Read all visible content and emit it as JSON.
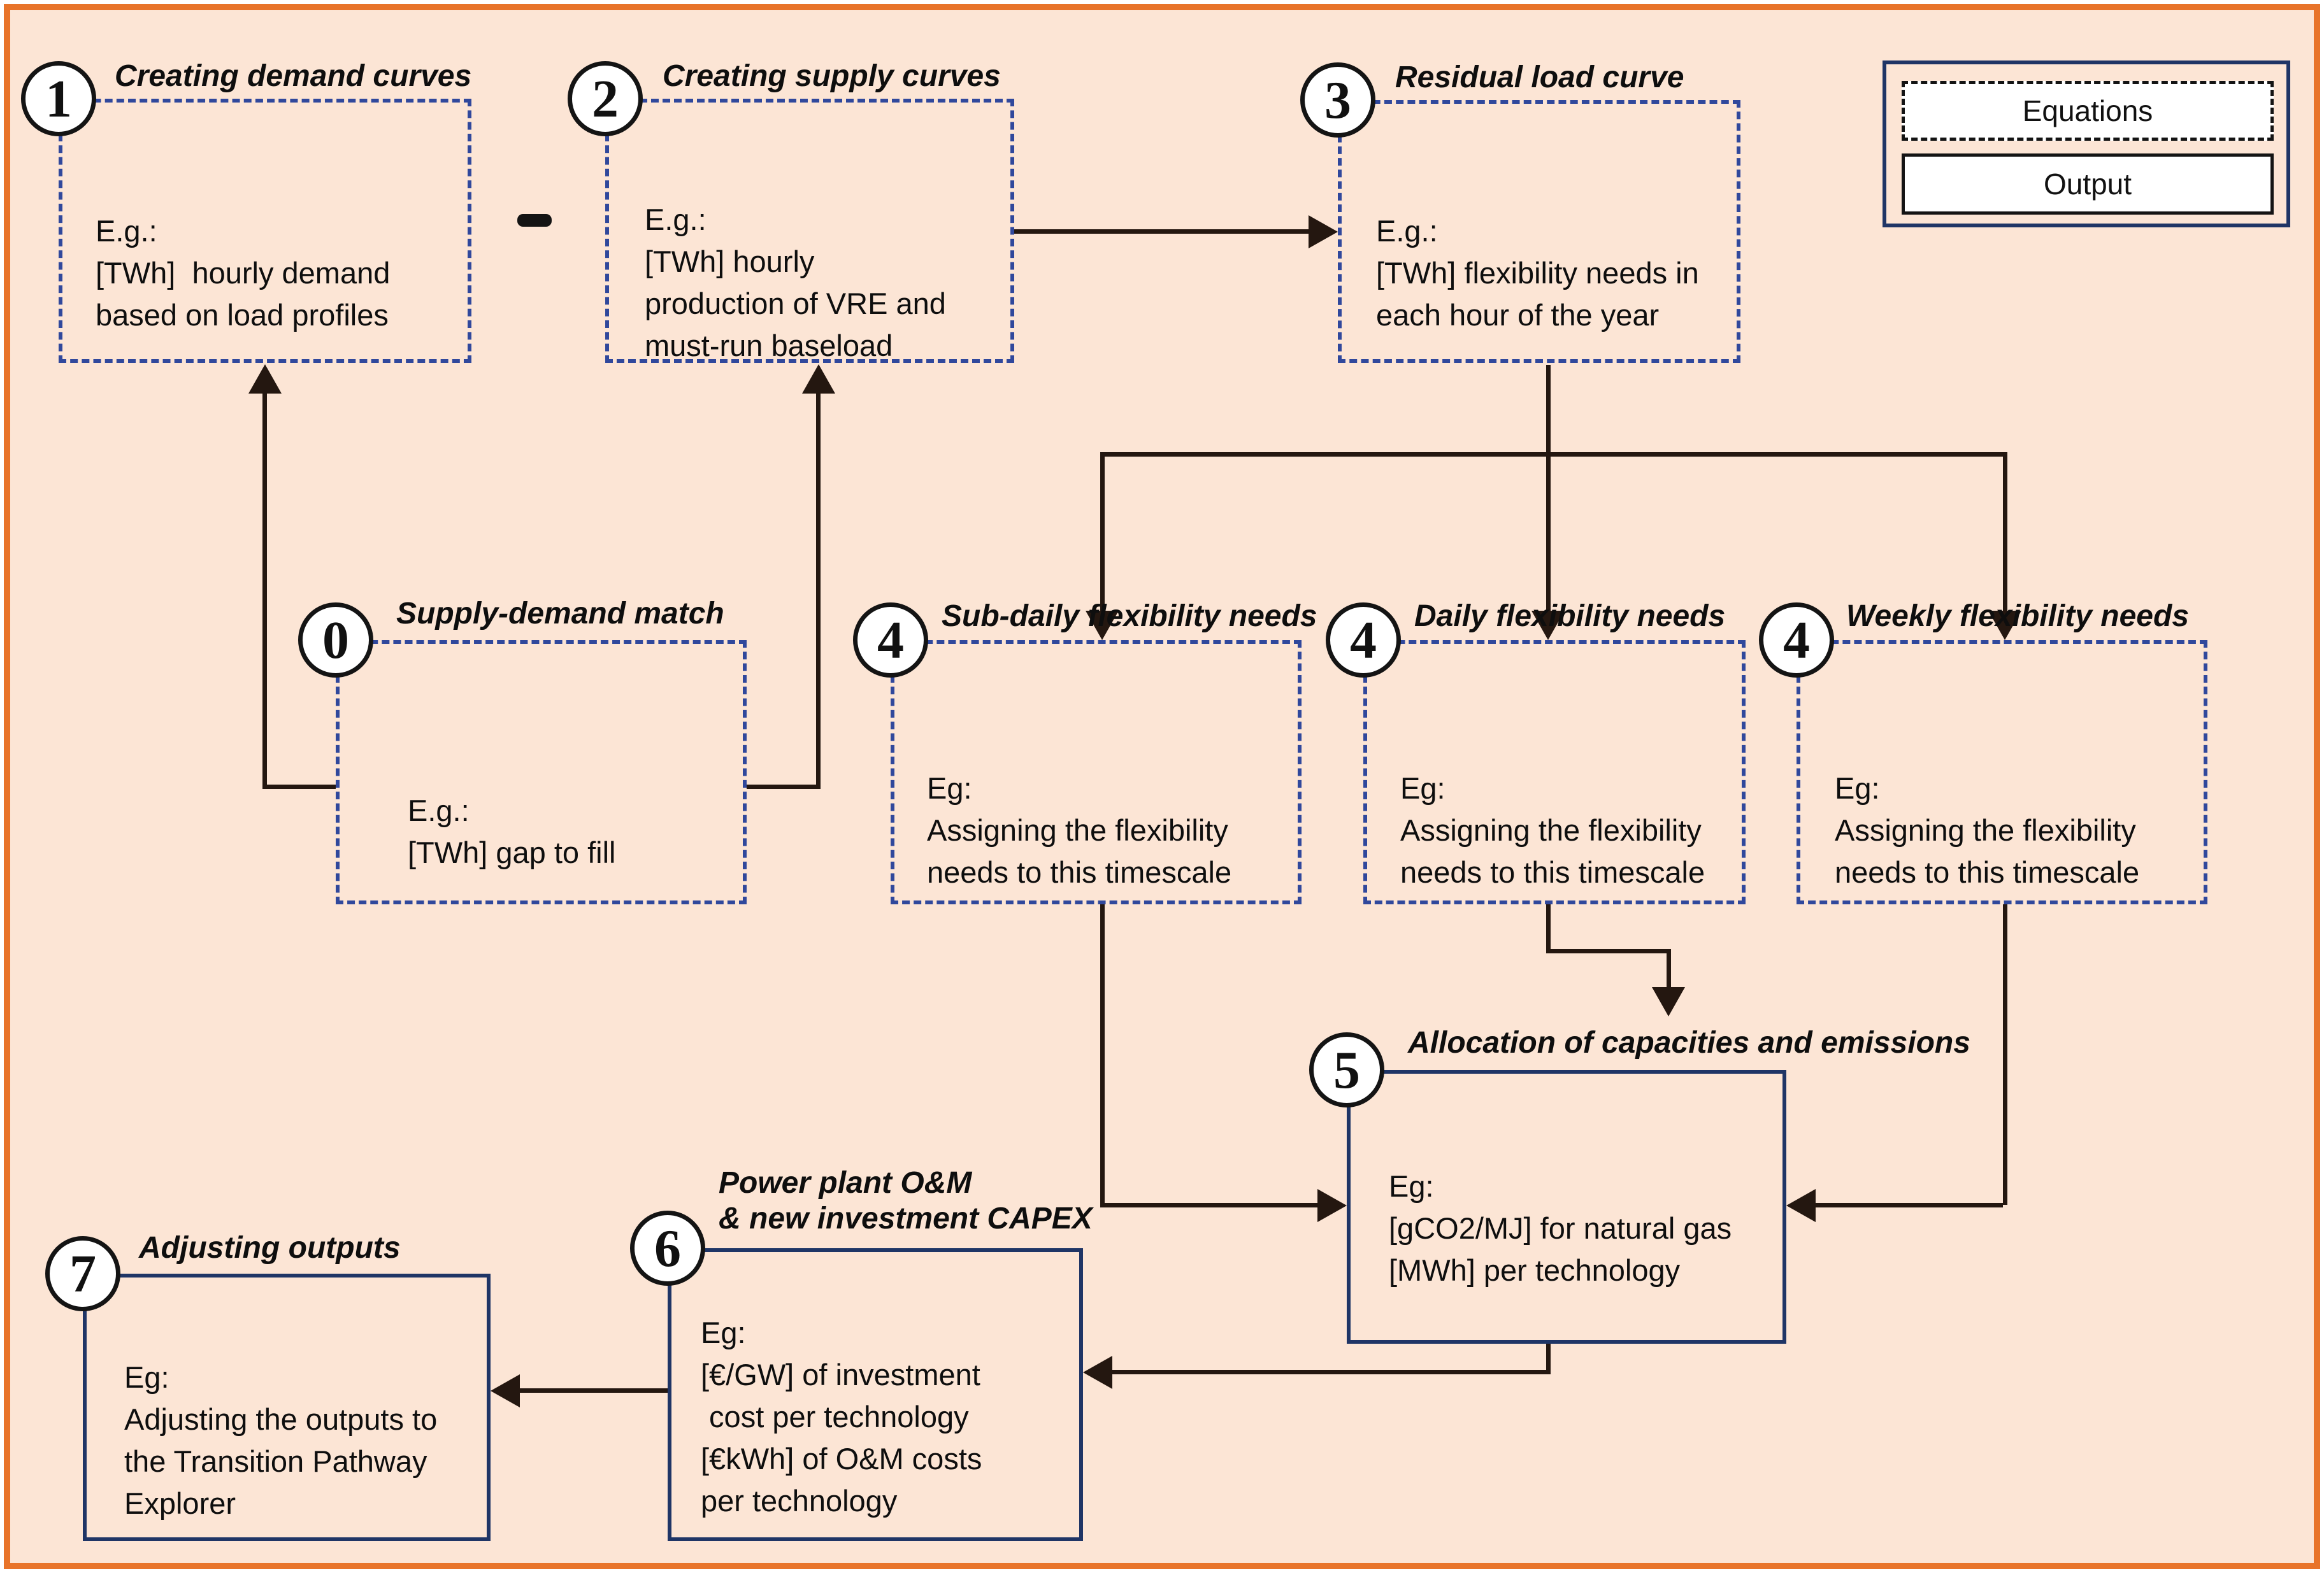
{
  "palette": {
    "canvas_background": "#fce5d5",
    "page_border": "#e8742a",
    "dashed_box_border": "#30489c",
    "solid_box_border": "#1f3566",
    "arrow_color": "#241710"
  },
  "legend": {
    "equations_label": "Equations",
    "output_label": "Output"
  },
  "minus_operator": "-",
  "boxes": {
    "b1": {
      "number": "1",
      "title": "Creating demand curves",
      "content": "E.g.:\n[TWh]  hourly demand\nbased on load profiles"
    },
    "b2": {
      "number": "2",
      "title": "Creating supply curves",
      "content": "E.g.:\n[TWh] hourly\nproduction of VRE and\nmust-run baseload"
    },
    "b3": {
      "number": "3",
      "title": "Residual load curve",
      "content": "E.g.:\n[TWh] flexibility needs in\neach hour of the year"
    },
    "b0": {
      "number": "0",
      "title": "Supply-demand match",
      "content": "E.g.:\n[TWh] gap to fill"
    },
    "b4sub": {
      "number": "4",
      "title": "Sub-daily flexibility needs",
      "content": "Eg:\nAssigning the flexibility\nneeds to this timescale"
    },
    "b4daily": {
      "number": "4",
      "title": "Daily flexibility needs",
      "content": "Eg:\nAssigning the flexibility\nneeds to this timescale"
    },
    "b4weekly": {
      "number": "4",
      "title": "Weekly flexibility needs",
      "content": "Eg:\nAssigning the flexibility\nneeds to this timescale"
    },
    "b5": {
      "number": "5",
      "title": "Allocation of capacities and emissions",
      "content": "Eg:\n[gCO2/MJ] for natural gas\n[MWh] per technology"
    },
    "b6": {
      "number": "6",
      "title": "Power plant O&M\n& new investment CAPEX",
      "content": "Eg:\n[€/GW] of investment\n cost per technology\n[€kWh] of O&M costs\nper technology"
    },
    "b7": {
      "number": "7",
      "title": "Adjusting outputs",
      "content": "Eg:\nAdjusting the outputs to\nthe Transition Pathway\nExplorer"
    }
  }
}
